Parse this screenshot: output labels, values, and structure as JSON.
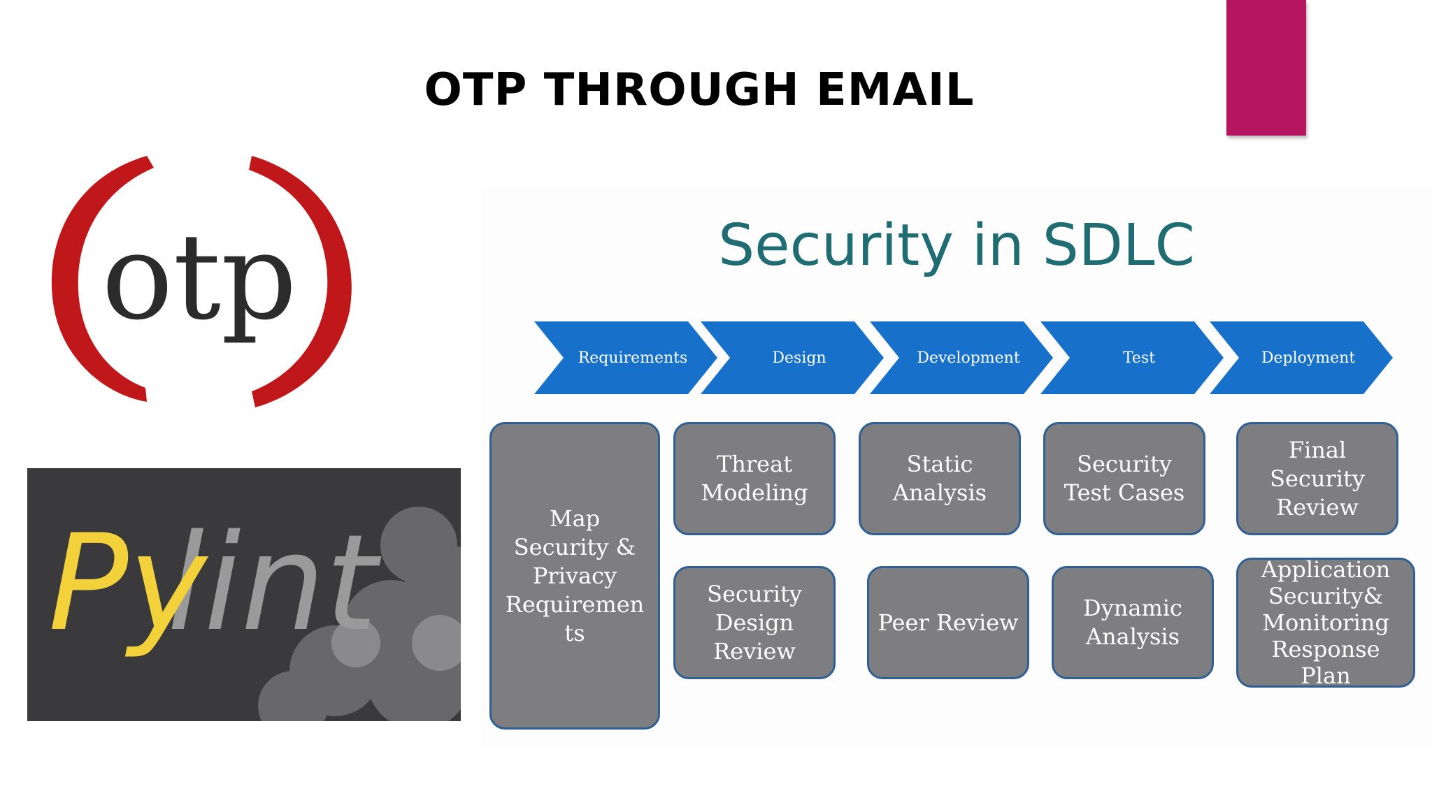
{
  "slide": {
    "title": "OTP THROUGH EMAIL",
    "accent_color": "#b5145e"
  },
  "logos": {
    "otp": {
      "text": "otp",
      "bracket_color": "#c0171b",
      "text_color": "#2b2b2b"
    },
    "pylint": {
      "text_py": "Py",
      "text_lint": "lint",
      "py_color": "#f2d13a",
      "lint_color": "#9a9a9a",
      "background": "#3a393b"
    }
  },
  "sdlc": {
    "title": "Security in SDLC",
    "title_color": "#1f6d73",
    "chevron_color": "#1770c9",
    "box_color": "#7e7e80",
    "phases": [
      "Requirements",
      "Design",
      "Development",
      "Test",
      "Deployment"
    ],
    "activities": {
      "requirements": "Map\nSecurity &\nPrivacy\nRequiremen\nts",
      "design_1": "Threat\nModeling",
      "design_2": "Security\nDesign\nReview",
      "development_1": "Static\nAnalysis",
      "development_2": "Peer Review",
      "test_1": "Security\nTest Cases",
      "test_2": "Dynamic\nAnalysis",
      "deployment_1": "Final\nSecurity\nReview",
      "deployment_2": "Application\nSecurity&\nMonitoring\nResponse\nPlan"
    }
  }
}
